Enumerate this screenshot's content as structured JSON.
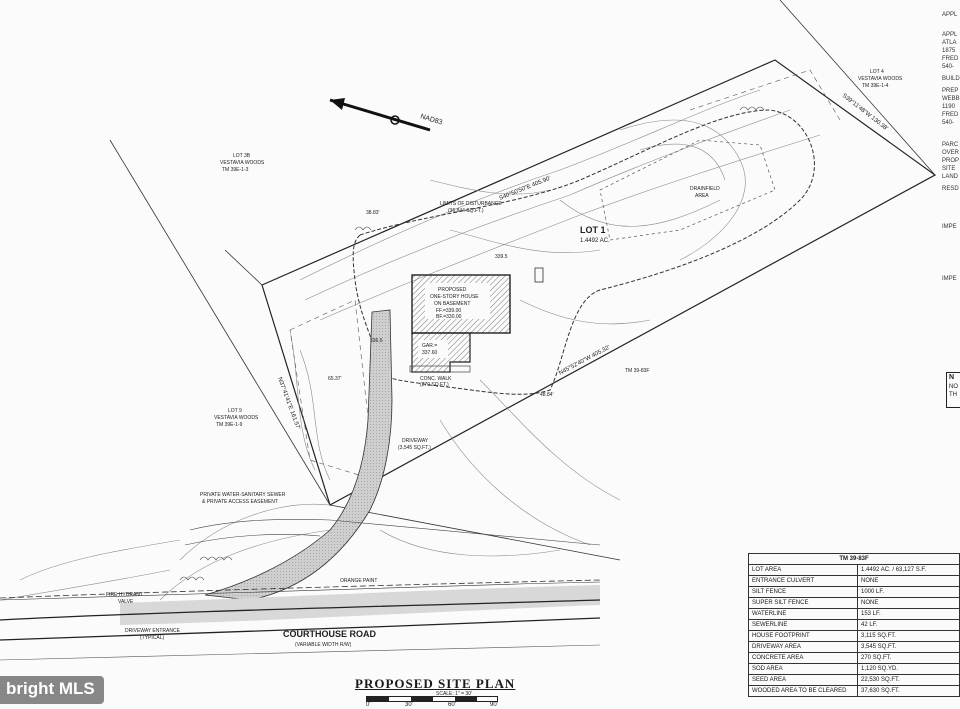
{
  "plan": {
    "north_label": "NAD83",
    "lot1_label": "LOT 1",
    "lot1_area": "1.4492 AC.",
    "lot3b": [
      "LOT 3B",
      "VESTAVIA WOODS",
      "TM 39E-1-3"
    ],
    "lot4": [
      "LOT 4",
      "VESTAVIA WOODS",
      "TM 39E-1-4"
    ],
    "lot9": [
      "LOT 9",
      "VESTAVIA WOODS",
      "TM 39E-1-9"
    ],
    "tm_ref": "TM 39-83F",
    "house": [
      "PROPOSED",
      "ONE-STORY HOUSE",
      "ON BASEMENT",
      "FF.=339.00",
      "BF.=330.00"
    ],
    "garage": [
      "GAR.=",
      "337.60"
    ],
    "drainfield": [
      "DRAINFIELD",
      "AREA"
    ],
    "limits_disturbance": [
      "LIMITS OF DISTURBANCE",
      "(36,844 SQ.FT.)"
    ],
    "driveway": [
      "DRIVEWAY",
      "(3,545 SQ.FT.)"
    ],
    "concrete_walk": [
      "CONC. WALK",
      "(270 SQ.FT.)"
    ],
    "easement": [
      "PRIVATE WATER-SANITARY SEWER",
      "& PRIVATE ACCESS EASEMENT"
    ],
    "fire_hydrant": [
      "FIRE HYDRANT",
      "VALVE"
    ],
    "driveway_entrance": [
      "DRIVEWAY ENTRANCE",
      "(TYPICAL)"
    ],
    "orange_paint": "ORANGE PAINT",
    "bearings": {
      "north_line": "S40°50'50\"E  405.90'",
      "east_line": "S39°11'48\"W  130.38'",
      "south_line": "N45°52'40\"W  405.32'",
      "west_line": "N37°41'41\"E  161.57'",
      "seg_a": "38.83'",
      "seg_b": "48.84'",
      "seg_c": "65.37'"
    },
    "elev_a": "339.5",
    "elev_b": "336.5",
    "road_name": "COURTHOUSE ROAD",
    "road_width": "(VARIABLE WIDTH R/W)"
  },
  "notes": {
    "lines": [
      "APPL",
      "APPL",
      "ATLA",
      "1875",
      "FRED",
      "540-",
      "BUILD",
      "PREP",
      "WEBB",
      "1190",
      "FRED",
      "540-",
      "PARC",
      "OVER",
      "PROP",
      "SITE",
      "LAND",
      "RESD",
      "IMPE",
      "IMPE"
    ],
    "box": [
      "N",
      "NO",
      "TH"
    ]
  },
  "title": "PROPOSED  SITE  PLAN",
  "scale_text": "SCALE: 1\" = 30'",
  "scale_ticks": [
    "0'",
    "30'",
    "60'",
    "90'"
  ],
  "table": {
    "header": "TM 39-83F",
    "rows": [
      {
        "k": "LOT AREA",
        "v": "1.4492 AC. / 63,127 S.F."
      },
      {
        "k": "ENTRANCE CULVERT",
        "v": "NONE"
      },
      {
        "k": "SILT FENCE",
        "v": "1000 LF."
      },
      {
        "k": "SUPER SILT FENCE",
        "v": "NONE"
      },
      {
        "k": "WATERLINE",
        "v": "153 LF."
      },
      {
        "k": "SEWERLINE",
        "v": "42 LF."
      },
      {
        "k": "HOUSE FOOTPRINT",
        "v": "3,115 SQ.FT."
      },
      {
        "k": "DRIVEWAY AREA",
        "v": "3,545 SQ.FT."
      },
      {
        "k": "CONCRETE AREA",
        "v": "270 SQ.FT."
      },
      {
        "k": "SOD AREA",
        "v": "1,120 SQ.YD."
      },
      {
        "k": "SEED AREA",
        "v": "22,530 SQ.FT."
      },
      {
        "k": "WOODED AREA TO BE CLEARED",
        "v": "37,630 SQ.FT."
      }
    ]
  },
  "watermark": "bright MLS"
}
